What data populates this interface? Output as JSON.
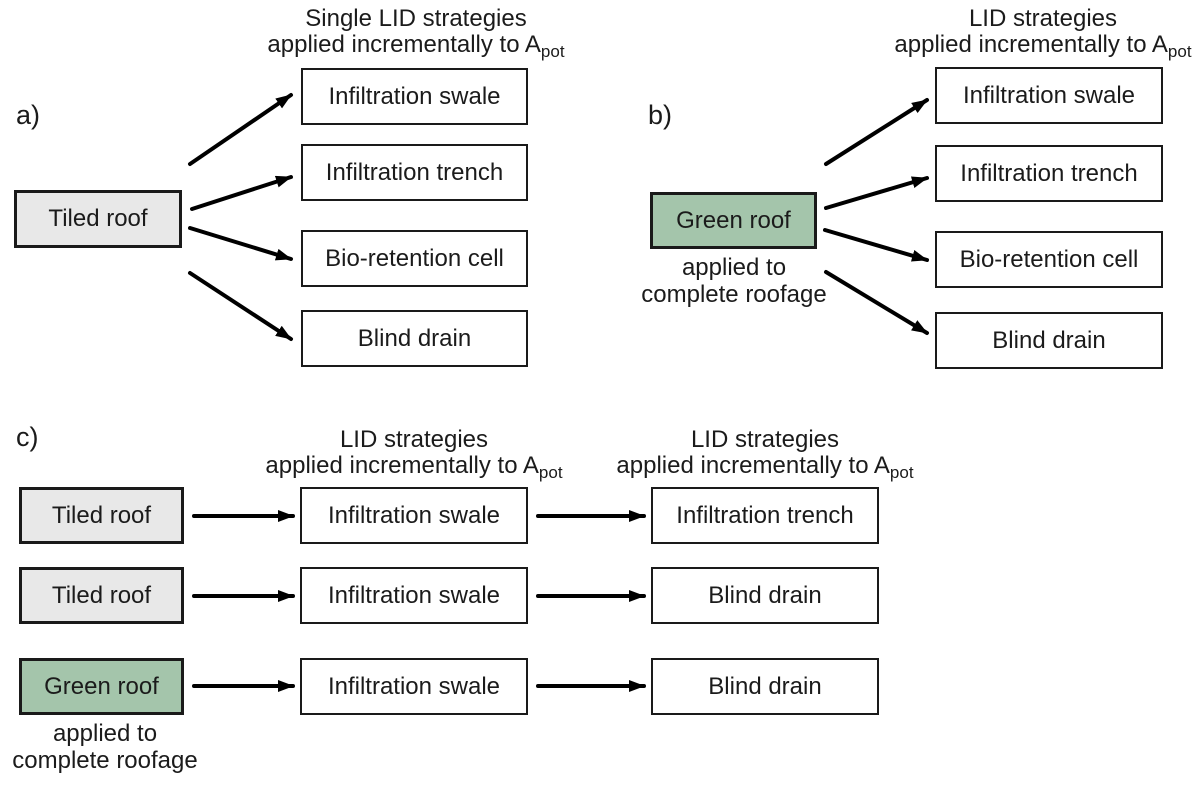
{
  "colors": {
    "background": "#ffffff",
    "text": "#1b1b1b",
    "box_border": "#1a1a1a",
    "arrow": "#000000",
    "tiled_roof_fill": "#e8e8e8",
    "green_roof_fill": "#a4c5ab"
  },
  "panel_a": {
    "label": "a)",
    "header": {
      "line1": "Single LID strategies",
      "line2_main": "applied incrementally to A",
      "line2_sub": "pot"
    },
    "source_label": "Tiled roof",
    "strategies": [
      "Infiltration swale",
      "Infiltration trench",
      "Bio-retention cell",
      "Blind drain"
    ]
  },
  "panel_b": {
    "label": "b)",
    "header": {
      "line1": "LID strategies",
      "line2_main": "applied incrementally to A",
      "line2_sub": "pot"
    },
    "source_label": "Green roof",
    "source_note": {
      "line1": "applied to",
      "line2": "complete roofage"
    },
    "strategies": [
      "Infiltration swale",
      "Infiltration trench",
      "Bio-retention cell",
      "Blind drain"
    ]
  },
  "panel_c": {
    "label": "c)",
    "headers": {
      "middle": {
        "line1": "LID strategies",
        "line2_main": "applied incrementally to A",
        "line2_sub": "pot"
      },
      "right": {
        "line1": "LID strategies",
        "line2_main": "applied incrementally to A",
        "line2_sub": "pot"
      }
    },
    "rows": [
      {
        "source": "Tiled roof",
        "step1": "Infiltration swale",
        "step2": "Infiltration trench"
      },
      {
        "source": "Tiled roof",
        "step1": "Infiltration swale",
        "step2": "Blind drain"
      },
      {
        "source": "Green roof",
        "step1": "Infiltration swale",
        "step2": "Blind drain"
      }
    ],
    "source_note": {
      "line1": "applied to",
      "line2": "complete roofage"
    }
  }
}
